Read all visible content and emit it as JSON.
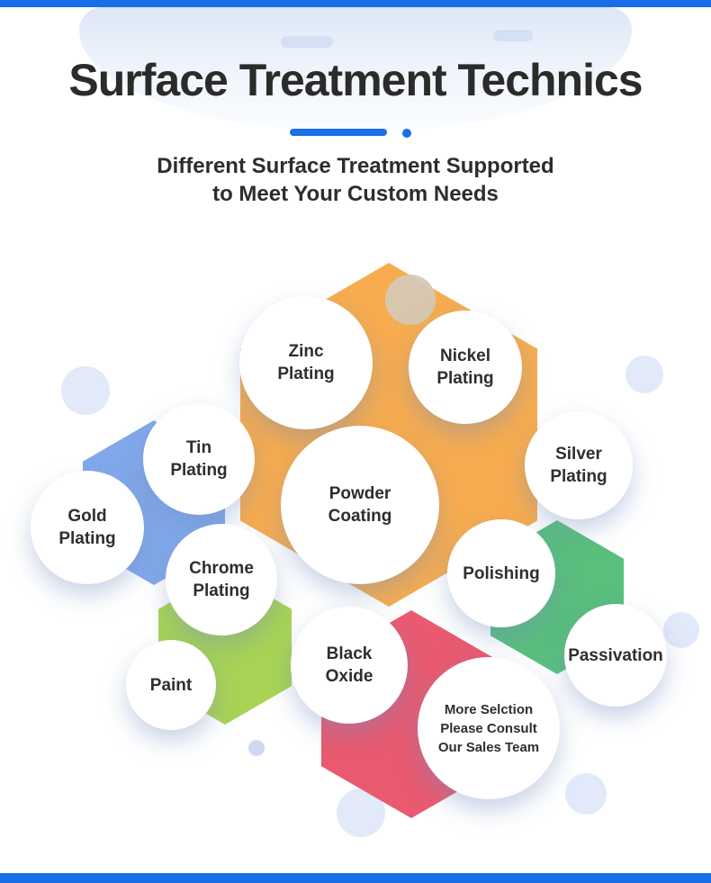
{
  "header": {
    "title": "Surface Treatment Technics",
    "subtitle_line1": "Different Surface Treatment Supported",
    "subtitle_line2": "to Meet Your Custom Needs"
  },
  "diagram": {
    "bubbles": {
      "zinc": "Zinc\nPlating",
      "nickel": "Nickel\nPlating",
      "tin": "Tin\nPlating",
      "silver": "Silver\nPlating",
      "gold": "Gold\nPlating",
      "powder": "Powder\nCoating",
      "chrome": "Chrome\nPlating",
      "polishing": "Polishing",
      "black_oxide": "Black\nOxide",
      "passivation": "Passivation",
      "paint": "Paint",
      "more": "More Selction\nPlease Consult\nOur Sales Team"
    }
  },
  "colors": {
    "accent_blue": "#1a6fe8",
    "hex_orange": "#F7AC4F",
    "hex_blue": "#81A8EA",
    "hex_green": "#5ABE7D",
    "hex_lime": "#A8D355",
    "hex_red": "#E95A70",
    "decor_circle": "#E2E9F8",
    "decor_tan": "#D5C9B6",
    "text_dark": "#2d2d2d"
  }
}
